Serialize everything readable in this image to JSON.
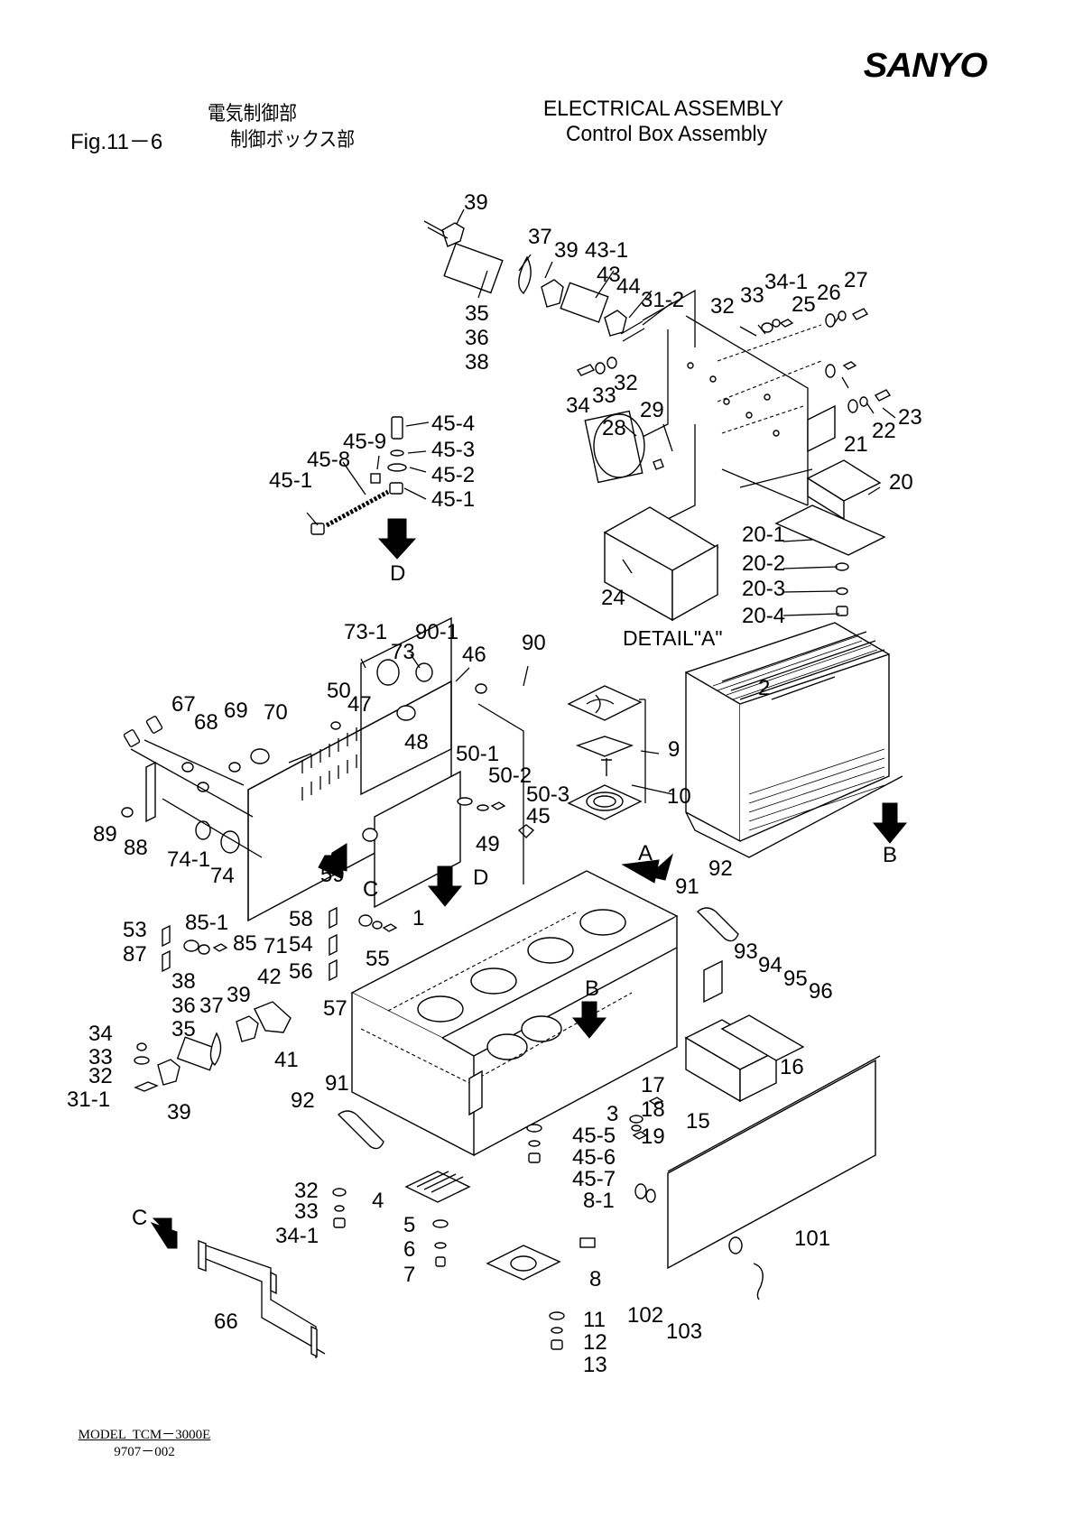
{
  "header": {
    "brand": "SANYO",
    "title_jp_1": "電気制御部",
    "title_jp_2": "制御ボックス部",
    "figure": "Fig.11－6",
    "title_en_1": "ELECTRICAL  ASSEMBLY",
    "title_en_2": "Control  Box  Assembly"
  },
  "footer": {
    "model": "MODEL  TCM－3000E",
    "code": "9707－002"
  },
  "detail_label": "DETAIL\"A\"",
  "view_arrows": [
    "A",
    "B",
    "C",
    "D"
  ],
  "callouts": {
    "top_group": [
      "39",
      "37",
      "39",
      "43-1",
      "43",
      "44",
      "31-2",
      "35",
      "36",
      "38",
      "32",
      "33",
      "34-1",
      "25",
      "26",
      "27",
      "34",
      "33",
      "32",
      "28",
      "29",
      "21",
      "22",
      "23",
      "20",
      "20-1",
      "20-2",
      "20-3",
      "20-4",
      "24"
    ],
    "bracket_group": [
      "45-4",
      "45-9",
      "45-3",
      "45-8",
      "45-2",
      "45-1",
      "45-1"
    ],
    "panel_group": [
      "73-1",
      "90-1",
      "73",
      "46",
      "90",
      "50",
      "47",
      "67",
      "68",
      "69",
      "70",
      "48",
      "50-1",
      "50-2",
      "50-3",
      "45",
      "89",
      "88",
      "49",
      "74-1",
      "74"
    ],
    "fan_group": [
      "2",
      "9",
      "10"
    ],
    "left_group": [
      "59",
      "85-1",
      "53",
      "58",
      "85",
      "71",
      "54",
      "87",
      "55",
      "56",
      "38",
      "42",
      "36",
      "37",
      "39",
      "57",
      "35",
      "41",
      "34",
      "33",
      "32",
      "31-1",
      "39"
    ],
    "box_group": [
      "1",
      "91",
      "92",
      "93",
      "94",
      "95",
      "96",
      "16",
      "15",
      "17",
      "3",
      "18",
      "19",
      "45-5",
      "45-6",
      "45-7",
      "8-1",
      "91",
      "92",
      "32",
      "33",
      "34-1",
      "4",
      "5",
      "6",
      "7",
      "8",
      "11",
      "12",
      "13",
      "101",
      "102",
      "103",
      "66"
    ]
  }
}
